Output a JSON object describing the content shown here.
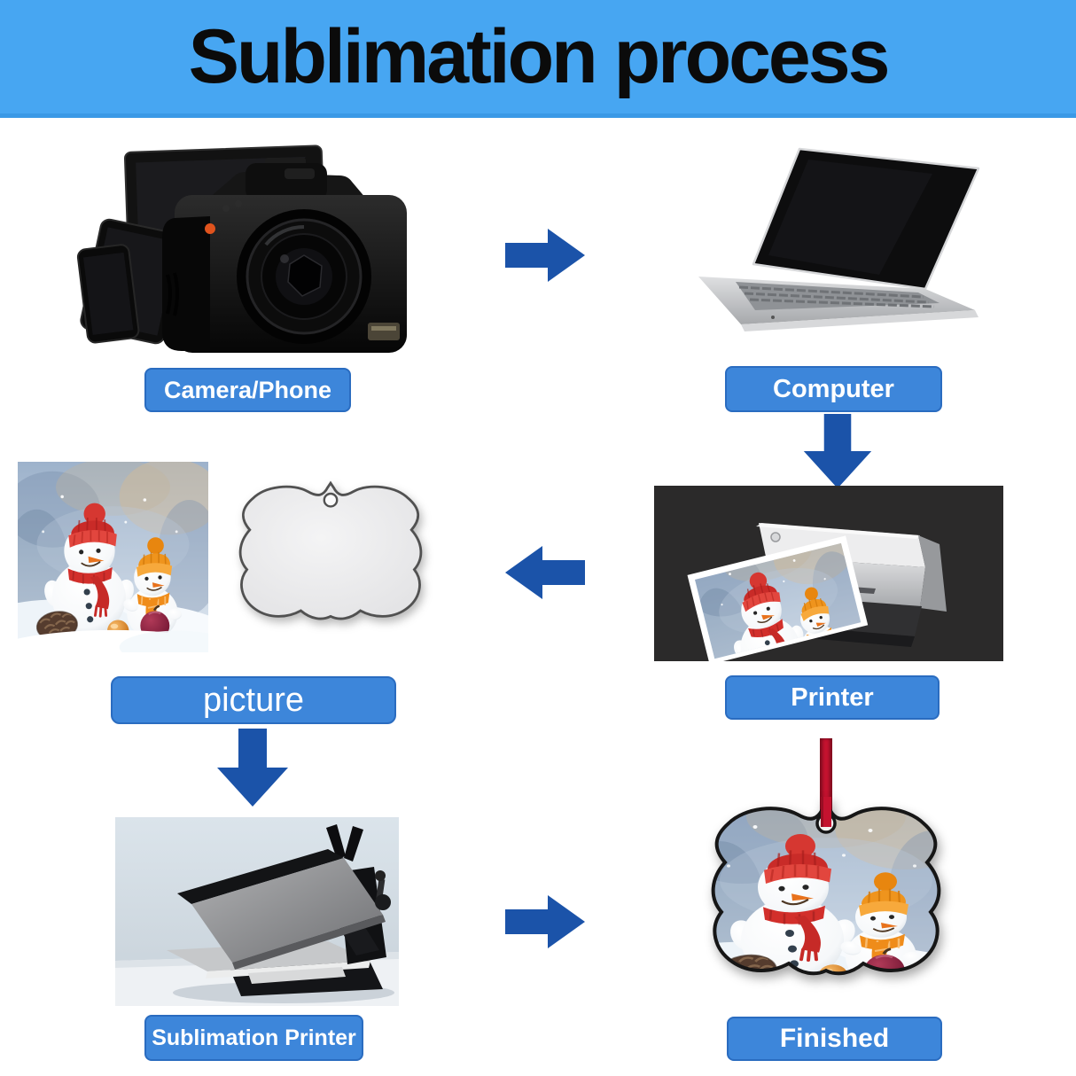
{
  "banner": {
    "title": "Sublimation process"
  },
  "colors": {
    "banner_bg": "#47a6f2",
    "banner_border": "#3a99e6",
    "title_text": "#0b0b0b",
    "label_bg": "#3d86da",
    "label_border": "#2a6cc0",
    "label_text": "#ffffff",
    "arrow": "#1b53a9",
    "printer_panel_bg": "#2b2a2a",
    "ribbon_red": "#c4122f"
  },
  "steps": {
    "camera": {
      "label": "Camera/Phone"
    },
    "computer": {
      "label": "Computer"
    },
    "printer": {
      "label": "Printer"
    },
    "picture": {
      "label": "picture"
    },
    "sublimation": {
      "label": "Sublimation Printer"
    },
    "finished": {
      "label": "Finished"
    }
  },
  "icons": {
    "camera_cluster": "dslr-camera-with-laptop-tablet-phone",
    "computer": "open-laptop",
    "printer": "inkjet-printer-printing-snowman-photo",
    "picture_photo": "two-snowmen-winter-photo",
    "blank_ornament": "blank-benelux-ornament",
    "heat_press": "flat-heat-press-machine",
    "finished_ornament": "printed-benelux-ornament-with-red-ribbon"
  }
}
